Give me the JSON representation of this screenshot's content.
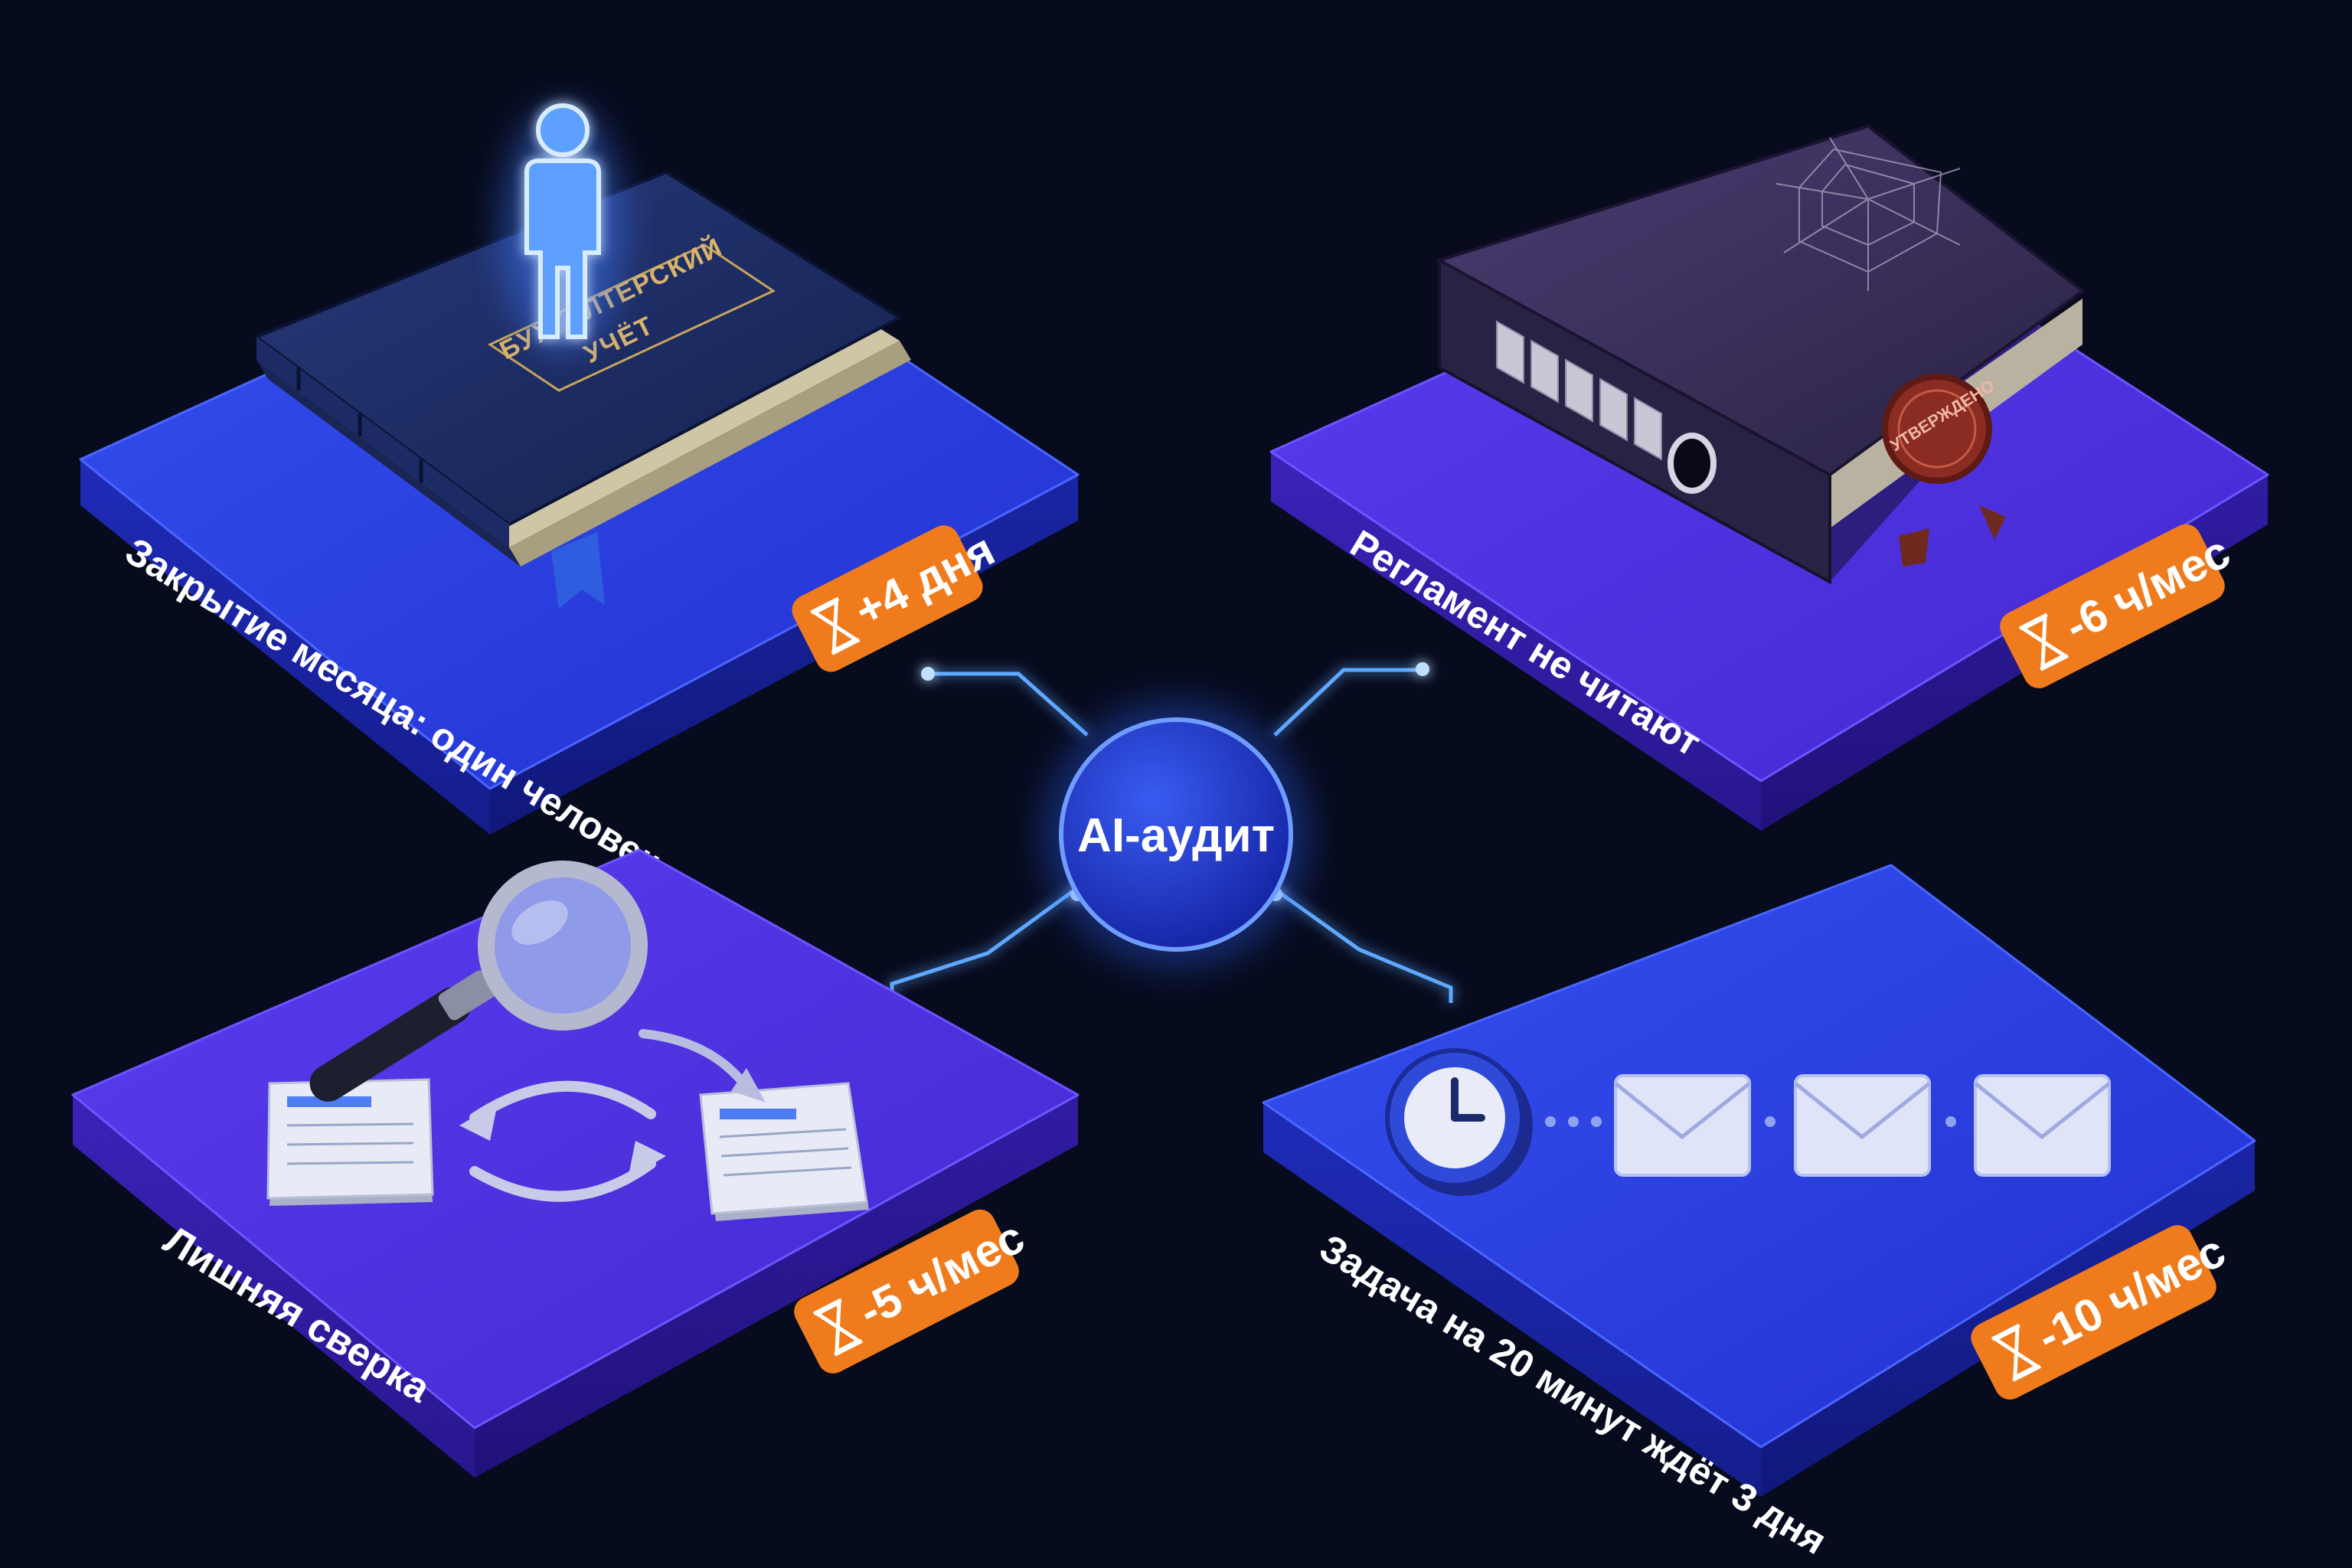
{
  "hub": {
    "label": "AI-аудит"
  },
  "cards": [
    {
      "id": "month-close",
      "label": "Закрытие месяца: один человек",
      "badge": "+4 дня",
      "book_title_line1": "БУХГАЛТЕРСКИЙ",
      "book_title_line2": "УЧЁТ",
      "icon": "book-with-person-icon",
      "color": "#2431d6"
    },
    {
      "id": "reglament",
      "label": "Регламент не читают",
      "badge": "-6 ч/мес",
      "seal_text": "УТВЕРЖДЕНО",
      "icon": "dusty-binder-icon",
      "color": "#4a2bd6"
    },
    {
      "id": "reconciliation",
      "label": "Лишняя сверка",
      "badge": "-5 ч/мес",
      "icon": "magnifier-documents-icon",
      "color": "#4a2bd6"
    },
    {
      "id": "waiting-task",
      "label": "Задача на 20 минут ждёт 3 дня",
      "badge": "-10 ч/мес",
      "icon": "clock-envelopes-icon",
      "color": "#2431d6"
    }
  ],
  "colors": {
    "background": "#070b1e",
    "badge": "#f07b1c",
    "connector": "#5ea8ff",
    "hub": "#2238c8"
  }
}
